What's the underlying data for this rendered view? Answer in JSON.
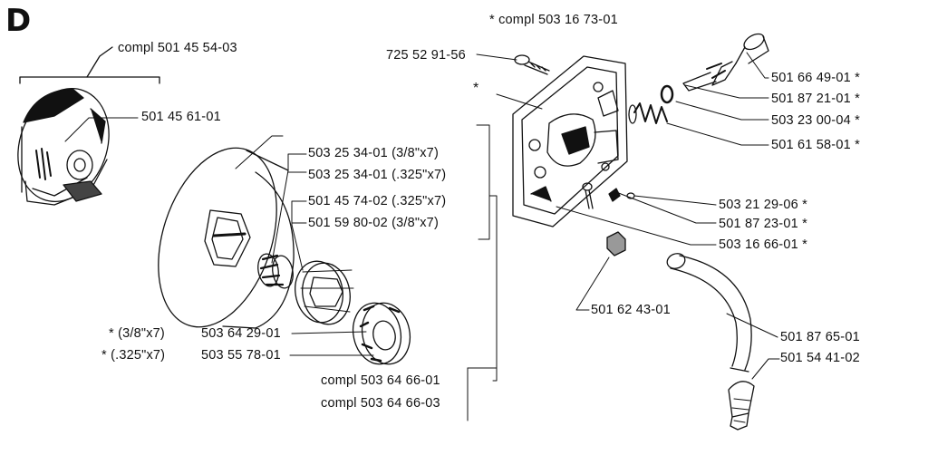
{
  "section_letter": "D",
  "labels": {
    "compl_503_16_73_01": "* compl 503 16 73-01",
    "compl_501_45_54_03": "compl 501 45 54-03",
    "p_501_45_61_01": "501 45 61-01",
    "p_725_52_91_56": "725 52 91-56",
    "asterisk_cover": "*",
    "p_501_66_49_01": "501 66 49-01 *",
    "p_501_87_21_01": "501 87 21-01 *",
    "p_503_23_00_04": "503 23 00-04 *",
    "p_501_61_58_01": "501 61 58-01 *",
    "p_503_25_34_01_a": "503 25 34-01  (3/8\"x7)",
    "p_503_25_34_01_b": "503 25 34-01  (.325\"x7)",
    "p_501_45_74_02": "501 45 74-02  (.325\"x7)",
    "p_501_59_80_02": "501 59 80-02  (3/8\"x7)",
    "p_503_21_29_06": "503 21 29-06 *",
    "p_501_87_23_01": "501 87 23-01 *",
    "p_503_16_66_01": "503 16 66-01 *",
    "p_501_62_43_01": "501 62 43-01",
    "p_501_87_65_01": "501 87 65-01",
    "p_501_54_41_02": "501 54 41-02",
    "opt_38": "* (3/8\"x7)",
    "opt_325": "* (.325\"x7)",
    "p_503_64_29_01": "503 64 29-01",
    "p_503_55_78_01": "503 55 78-01",
    "compl_503_64_66_01": "compl 503 64 66-01",
    "compl_503_64_66_03": "compl 503 64 66-03"
  }
}
